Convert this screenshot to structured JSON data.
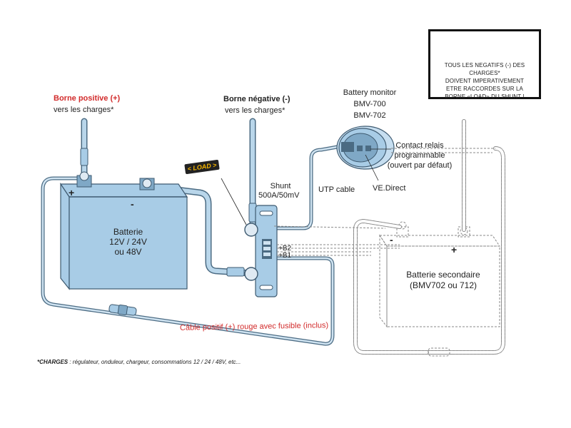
{
  "warning": {
    "icon": "warning-triangle-icon",
    "icon_color": "#f5c400",
    "lines": [
      "TOUS LES NEGATIFS (-) DES CHARGES*",
      "DOIVENT IMPERATIVEMENT",
      "ETRE RACCORDES SUR LA",
      "BORNE «LOAD» DU SHUNT !"
    ]
  },
  "positive_terminal": {
    "title": "Borne positive (+)",
    "subtitle": "vers les charges*",
    "color": "#d22b2b"
  },
  "negative_terminal": {
    "title": "Borne négative (-)",
    "subtitle": "vers les charges*"
  },
  "load_tag": "< LOAD >",
  "shunt": {
    "title": "Shunt",
    "rating": "500A/50mV",
    "pin_b2": "+B2",
    "pin_b1": "+B1"
  },
  "monitor": {
    "title": "Battery monitor",
    "models": [
      "BMV-700",
      "BMV-702"
    ]
  },
  "relay": {
    "lines": [
      "Contact relais",
      "programmable",
      "(ouvert par défaut)"
    ]
  },
  "utp_label": "UTP cable",
  "vedirect_label": "VE.Direct",
  "main_battery": {
    "lines": [
      "Batterie",
      "12V / 24V",
      "ou 48V"
    ],
    "plus": "+",
    "minus": "-",
    "color": "#a8cce6"
  },
  "secondary_battery": {
    "lines": [
      "Batterie secondaire",
      "(BMV702 ou 712)"
    ],
    "plus": "+",
    "minus": "-"
  },
  "fuse_cable_label": "Câble positif (+) rouge avec fusible (inclus)",
  "footnote": {
    "bold": "*CHARGES",
    "text": " : régulateur, onduleur, chargeur, consommations 12 / 24 / 48V, etc..."
  }
}
